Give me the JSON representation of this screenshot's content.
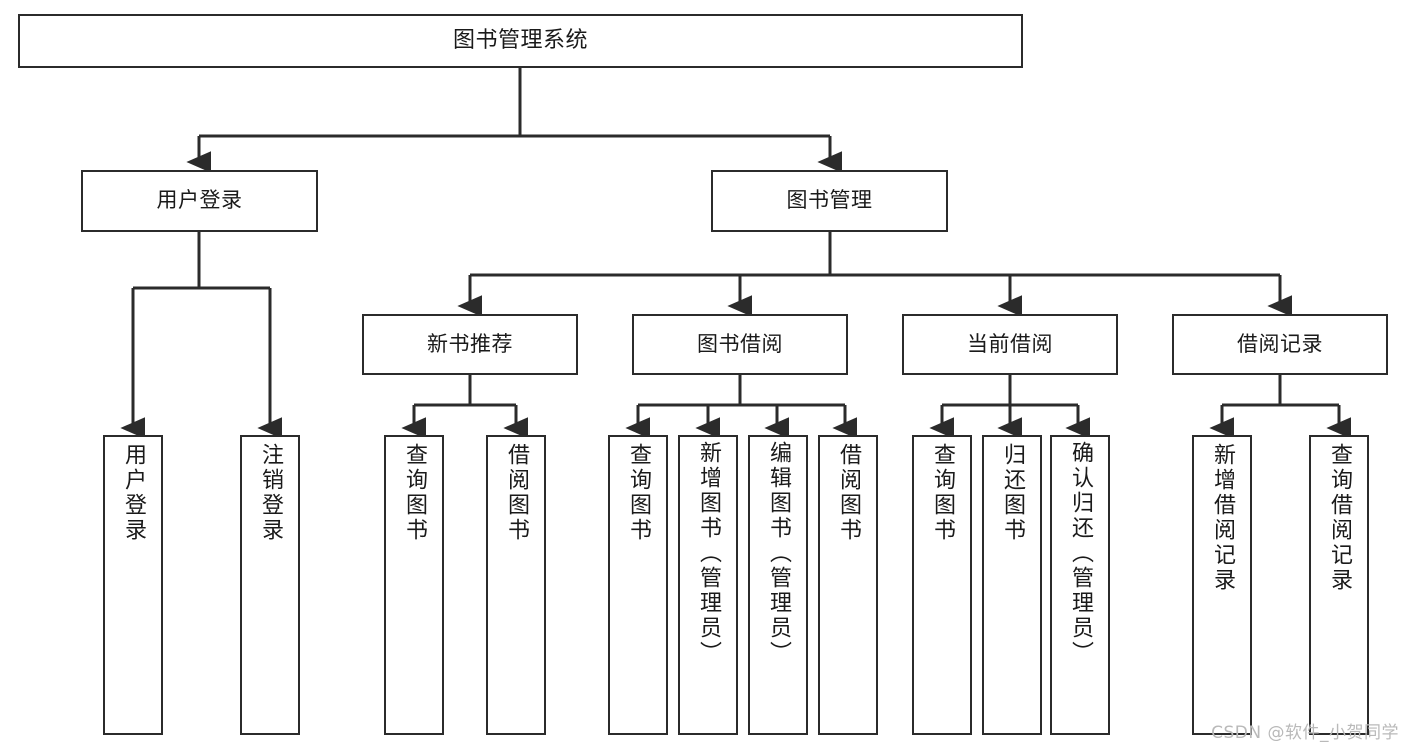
{
  "diagram": {
    "type": "tree",
    "title": "图书管理系统",
    "orientation": "top-down",
    "line_color": "#2b2b2b",
    "box_fill": "#ffffff",
    "text_color": "#1a1a1a",
    "levels": 4
  },
  "nodes": {
    "root": {
      "label": "图书管理系统"
    },
    "level2": [
      {
        "label": "用户登录"
      },
      {
        "label": "图书管理"
      }
    ],
    "level3": [
      {
        "label": "新书推荐"
      },
      {
        "label": "图书借阅"
      },
      {
        "label": "当前借阅"
      },
      {
        "label": "借阅记录"
      }
    ],
    "leaves": {
      "user_login": [
        {
          "label": "用户登录"
        },
        {
          "label": "注销登录"
        }
      ],
      "new_book_recommend": [
        {
          "label": "查询图书"
        },
        {
          "label": "借阅图书"
        }
      ],
      "book_borrow": [
        {
          "label": "查询图书"
        },
        {
          "label": "新增图书（管理员）"
        },
        {
          "label": "编辑图书（管理员）"
        },
        {
          "label": "借阅图书"
        }
      ],
      "current_borrow": [
        {
          "label": "查询图书"
        },
        {
          "label": "归还图书"
        },
        {
          "label": "确认归还（管理员）"
        }
      ],
      "borrow_record": [
        {
          "label": "新增借阅记录"
        },
        {
          "label": "查询借阅记录"
        }
      ]
    }
  },
  "watermark": {
    "text": "CSDN @软件_小贺同学"
  }
}
